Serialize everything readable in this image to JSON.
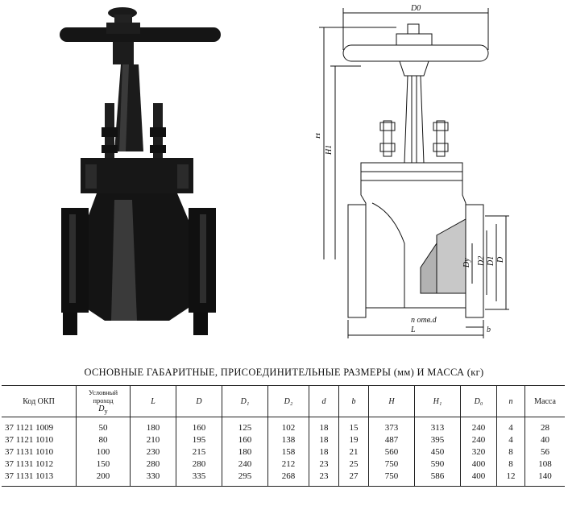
{
  "drawing_labels": {
    "d0": "D0",
    "h": "H",
    "h1": "H1",
    "dy": "Dy",
    "d2": "D2",
    "d1": "D1",
    "d": "D",
    "n_holes": "n отв.d",
    "b": "b",
    "l": "L"
  },
  "caption": "ОСНОВНЫЕ ГАБАРИТНЫЕ, ПРИСОЕДИНИТЕЛЬНЫЕ  РАЗМЕРЫ (мм) И МАССА (кг)",
  "table": {
    "headers": {
      "code": "Код ОКП",
      "passage": "Условный проход",
      "passage_sym": "D",
      "passage_sub": "y",
      "L": "L",
      "D": "D",
      "D1": "D₁",
      "D2": "D₂",
      "d": "d",
      "b": "b",
      "H": "H",
      "H1": "H₁",
      "D0": "D₀",
      "n": "n",
      "mass": "Масса"
    },
    "rows": [
      {
        "code": "37 1121 1009",
        "dy": "50",
        "L": "180",
        "D": "160",
        "D1": "125",
        "D2": "102",
        "d": "18",
        "b": "15",
        "H": "373",
        "H1": "313",
        "D0": "240",
        "n": "4",
        "mass": "28"
      },
      {
        "code": "37 1121 1010",
        "dy": "80",
        "L": "210",
        "D": "195",
        "D1": "160",
        "D2": "138",
        "d": "18",
        "b": "19",
        "H": "487",
        "H1": "395",
        "D0": "240",
        "n": "4",
        "mass": "40"
      },
      {
        "code": "37 1131 1010",
        "dy": "100",
        "L": "230",
        "D": "215",
        "D1": "180",
        "D2": "158",
        "d": "18",
        "b": "21",
        "H": "560",
        "H1": "450",
        "D0": "320",
        "n": "8",
        "mass": "56"
      },
      {
        "code": "37 1131 1012",
        "dy": "150",
        "L": "280",
        "D": "280",
        "D1": "240",
        "D2": "212",
        "d": "23",
        "b": "25",
        "H": "750",
        "H1": "590",
        "D0": "400",
        "n": "8",
        "mass": "108"
      },
      {
        "code": "37 1131 1013",
        "dy": "200",
        "L": "330",
        "D": "335",
        "D1": "295",
        "D2": "268",
        "d": "23",
        "b": "27",
        "H": "750",
        "H1": "586",
        "D0": "400",
        "n": "12",
        "mass": "140"
      }
    ]
  }
}
